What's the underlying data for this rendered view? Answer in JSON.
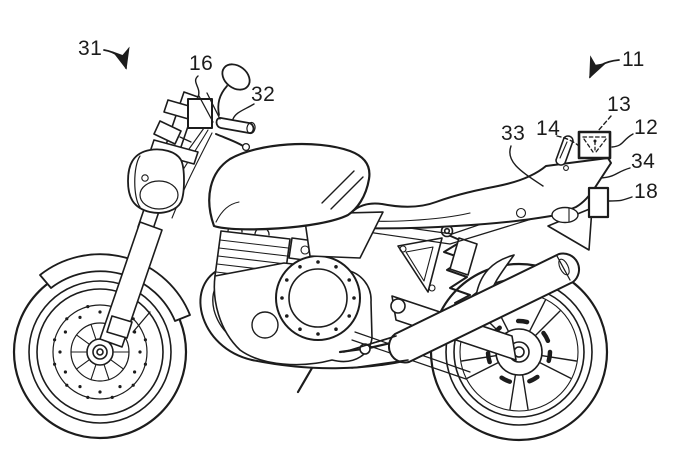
{
  "figure": {
    "colors": {
      "background": "#ffffff",
      "ink": "#1c1c1c"
    },
    "labels": [
      {
        "id": "ref-31",
        "text": "31"
      },
      {
        "id": "ref-16",
        "text": "16"
      },
      {
        "id": "ref-32",
        "text": "32"
      },
      {
        "id": "ref-11",
        "text": "11"
      },
      {
        "id": "ref-13",
        "text": "13"
      },
      {
        "id": "ref-14",
        "text": "14"
      },
      {
        "id": "ref-12",
        "text": "12"
      },
      {
        "id": "ref-33",
        "text": "33"
      },
      {
        "id": "ref-34",
        "text": "34"
      },
      {
        "id": "ref-18",
        "text": "18"
      }
    ]
  }
}
